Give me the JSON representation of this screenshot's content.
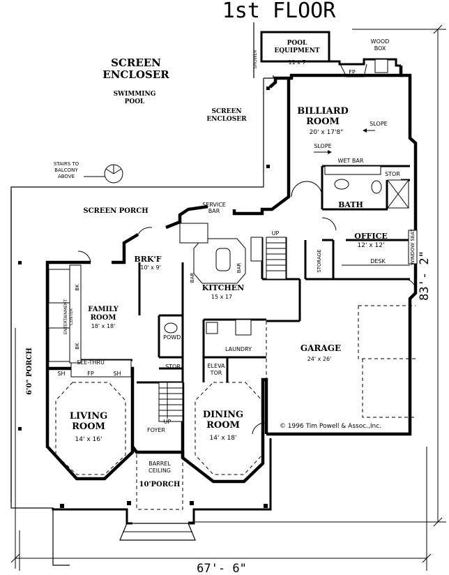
{
  "title": "1st FLOOR",
  "overall_width": "67'- 6\"",
  "overall_depth": "83'- 2\"",
  "copyright": "© 1996 Tim Powell & Assoc.,Inc.",
  "rooms": {
    "screen_encloser_main": "SCREEN\nENCLOSER",
    "swimming_pool": "SWIMMING\nPOOL",
    "screen_encloser_side": "SCREEN\nENCLOSER",
    "pool_equipment": "POOL\nEQUIPMENT",
    "pool_equipment_size": "11 x 7",
    "wood_box": "WOOD\nBOX",
    "shower": "SHOWER",
    "fireplace_billiard": "FP",
    "billiard_room": "BILLIARD\nROOM",
    "billiard_size": "20' x 17'8\"",
    "slope_right": "SLOPE",
    "slope_left": "SLOPE",
    "wet_bar": "WET BAR",
    "stor_bath": "STOR",
    "bath": "BATH",
    "stairs_balcony": "STAIRS TO\nBALCONY\nABOVE",
    "screen_porch": "SCREEN PORCH",
    "service_bar": "SERVICE\nBAR",
    "up_stair_rear": "UP",
    "office": "OFFICE",
    "office_size": "12' x 12'",
    "window_seat": "WINDOW SEAT",
    "storage": "STORAGE",
    "desk": "DESK",
    "brkf": "BRK'F",
    "brkf_size": "10' x 9'",
    "bar_left": "BAR",
    "bar_island": "BAR",
    "kitchen": "KITCHEN",
    "kitchen_size": "15 x 17",
    "bk_top": "BK",
    "bk_bottom": "BK",
    "entertainment_center": "ENTERTAINMENT\nCENTER",
    "family_room": "FAMILY\nROOM",
    "family_size": "18' x 18'",
    "powd": "POWD.",
    "laundry": "LAUNDRY",
    "garage": "GARAGE",
    "garage_size": "24' x 26'",
    "see_thru": "SEE-THRU",
    "sh_left": "SH",
    "fp_family": "FP",
    "sh_right": "SH",
    "stor_foyer": "STOR",
    "elevator": "ELEVA\nTOR",
    "porch_left": "6'0\" PORCH",
    "living_room": "LIVING\nROOM",
    "living_size": "14' x 16'",
    "up_foyer": "UP",
    "foyer": "FOYER",
    "dining_room": "DINING\nROOM",
    "dining_size": "14' x 18'",
    "barrel_ceiling": "BARREL\nCEILING",
    "front_porch": "10'PORCH"
  }
}
